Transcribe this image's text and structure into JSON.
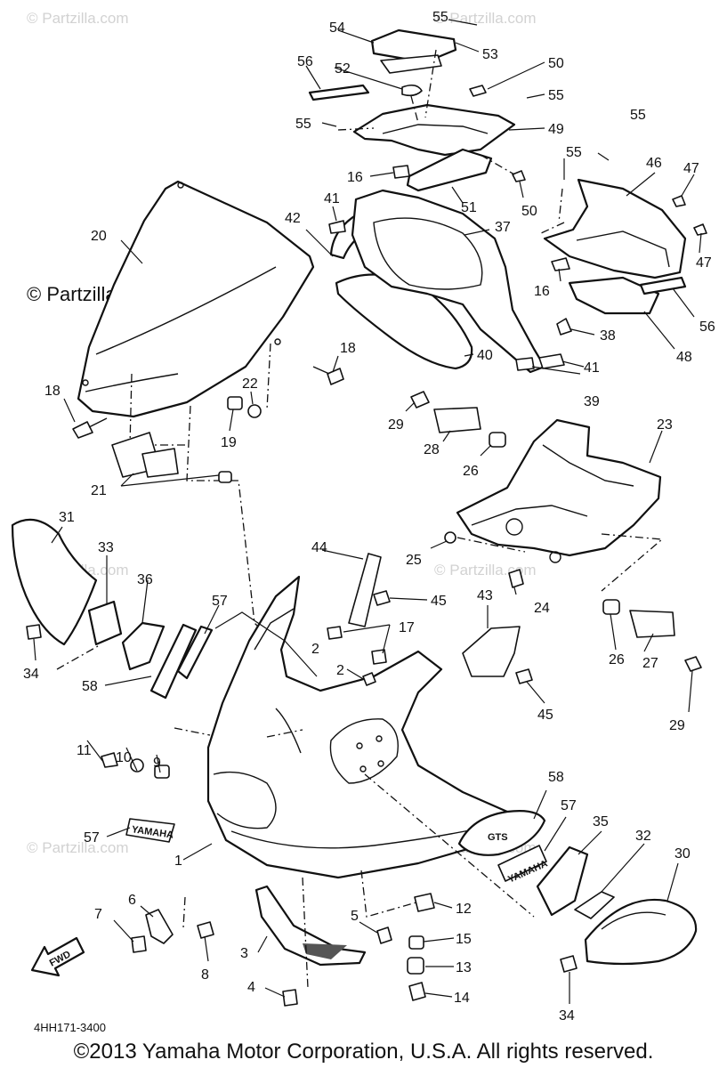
{
  "watermarks": {
    "top": "© Partzilla.com",
    "main": "© Partzilla.com"
  },
  "callouts": {
    "c1": "1",
    "c2a": "2",
    "c2b": "2",
    "c3": "3",
    "c4": "4",
    "c5": "5",
    "c6": "6",
    "c7": "7",
    "c8": "8",
    "c9": "9",
    "c10": "10",
    "c11": "11",
    "c12": "12",
    "c13": "13",
    "c14": "14",
    "c15": "15",
    "c16a": "16",
    "c16b": "16",
    "c17": "17",
    "c18a": "18",
    "c18b": "18",
    "c19": "19",
    "c20": "20",
    "c21": "21",
    "c22": "22",
    "c23": "23",
    "c24": "24",
    "c25": "25",
    "c26a": "26",
    "c26b": "26",
    "c27": "27",
    "c28": "28",
    "c29a": "29",
    "c29b": "29",
    "c30": "30",
    "c31": "31",
    "c32": "32",
    "c33": "33",
    "c34a": "34",
    "c34b": "34",
    "c35": "35",
    "c36": "36",
    "c37": "37",
    "c38": "38",
    "c39": "39",
    "c40": "40",
    "c41a": "41",
    "c41b": "41",
    "c42": "42",
    "c43": "43",
    "c44": "44",
    "c45a": "45",
    "c45b": "45",
    "c46": "46",
    "c47a": "47",
    "c47b": "47",
    "c48": "48",
    "c49": "49",
    "c50a": "50",
    "c50b": "50",
    "c51": "51",
    "c52": "52",
    "c53": "53",
    "c54": "54",
    "c55a": "55",
    "c55b": "55",
    "c55c": "55",
    "c55d": "55",
    "c55e": "55",
    "c56a": "56",
    "c56b": "56",
    "c57a": "57",
    "c57b": "57",
    "c57c": "57",
    "c58a": "58",
    "c58b": "58"
  },
  "decals": {
    "yamaha_left": "YAMAHA",
    "yamaha_right": "YAMAHA",
    "gts": "GTS",
    "fwd": "FWD"
  },
  "figure_number": "4HH171-3400",
  "footer": "©2013 Yamaha Motor Corporation, U.S.A. All rights reserved."
}
